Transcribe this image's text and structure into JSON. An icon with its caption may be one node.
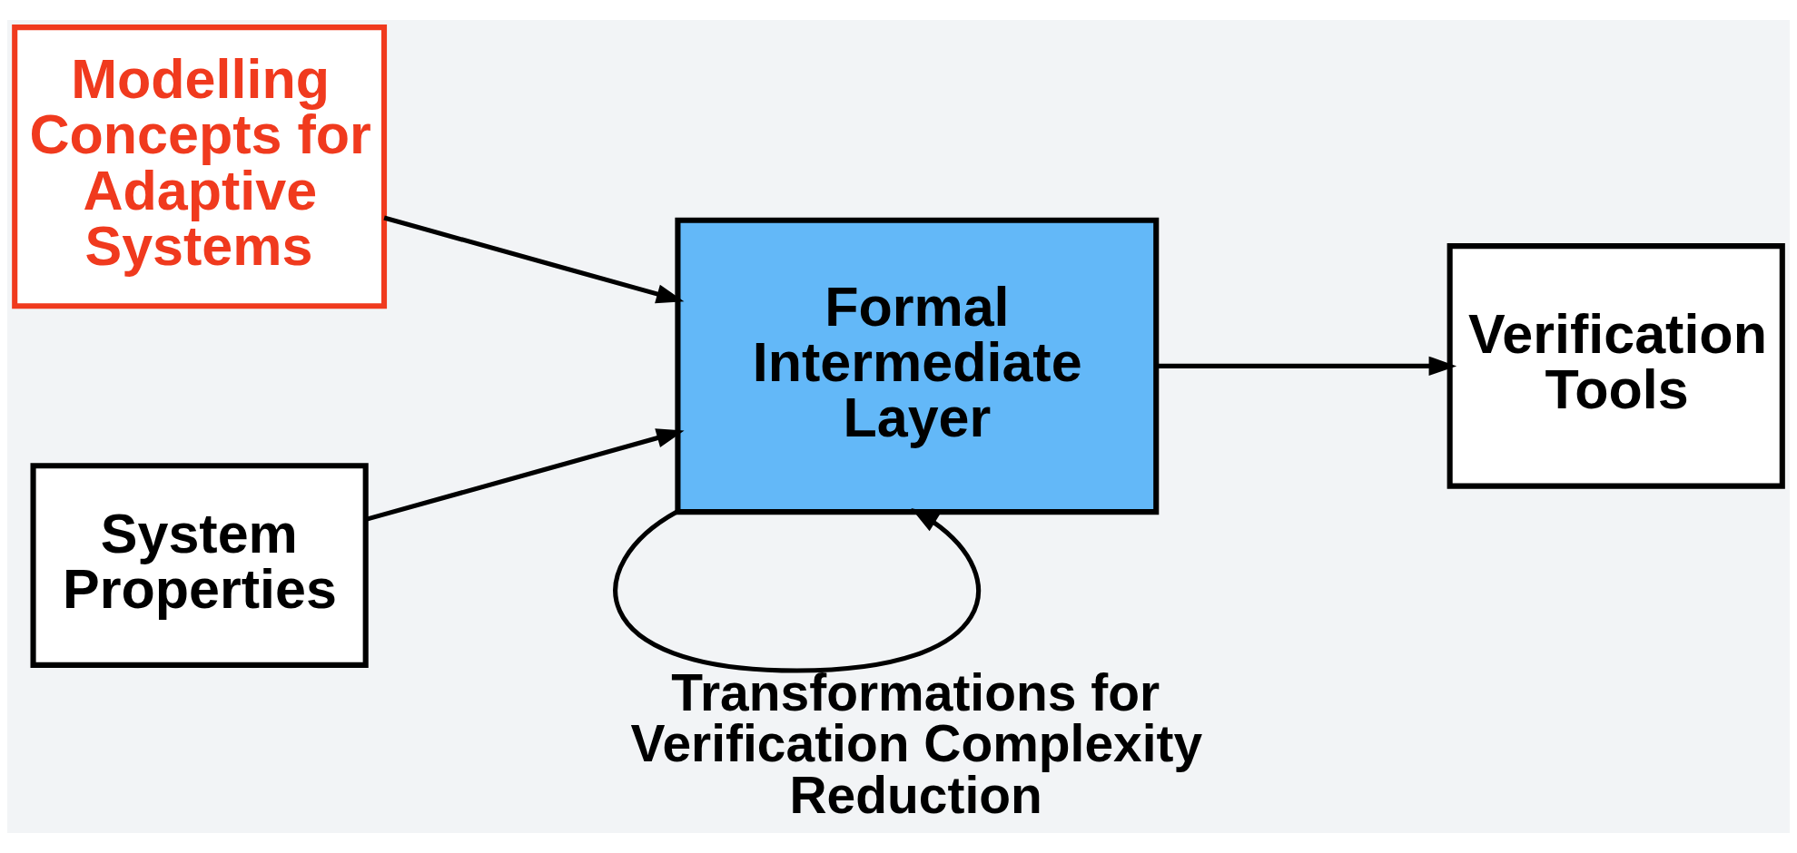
{
  "diagram": {
    "nodes": [
      {
        "text": [
          "Modelling Concepts for Adaptive Systems"
        ]
      },
      {
        "text": [
          "Formal Intermediate Layer"
        ]
      },
      {
        "text": [
          "Verification Tools"
        ]
      },
      {
        "text": [
          "System Properties"
        ]
      }
    ],
    "edges": [
      {
        "from": 0,
        "to": 1,
        "arrow": "to"
      },
      {
        "from": 3,
        "to": 1,
        "arrow": "to"
      },
      {
        "from": 1,
        "to": 2,
        "arrow": "to"
      },
      {
        "from": 1,
        "to": 1,
        "arrow": "to",
        "label": "Transformations for Verification Complexity Reduction"
      }
    ]
  }
}
